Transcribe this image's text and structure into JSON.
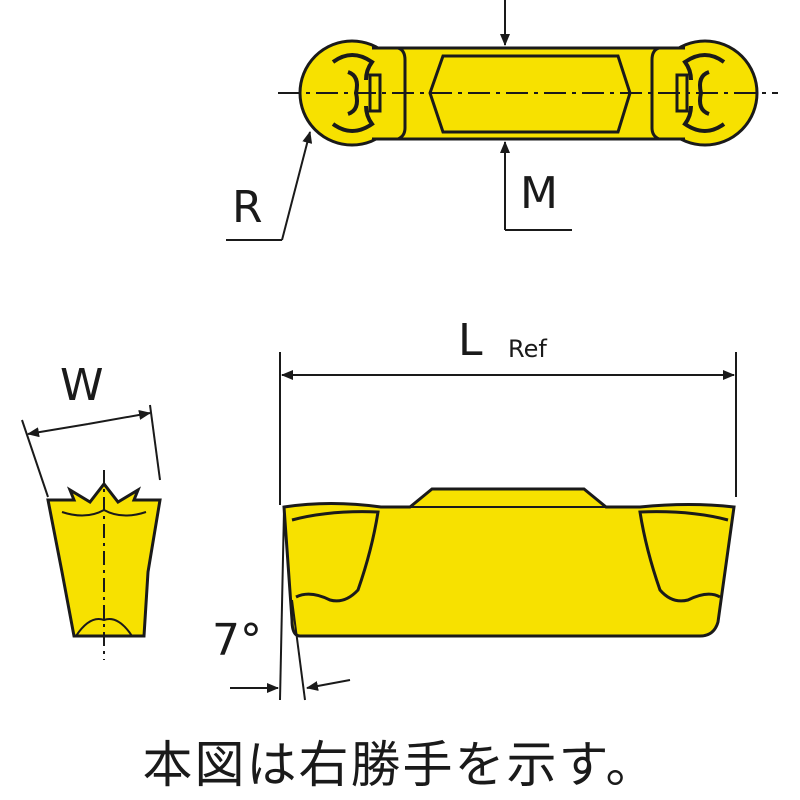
{
  "labels": {
    "radius": "R",
    "m_dim": "M",
    "length": "L",
    "length_sub": "Ref",
    "width": "W",
    "angle": "7°"
  },
  "caption": "本図は右勝手を示す。",
  "colors": {
    "insert_fill": "#f7e100",
    "outline": "#1a1a1a",
    "background": "#ffffff"
  }
}
